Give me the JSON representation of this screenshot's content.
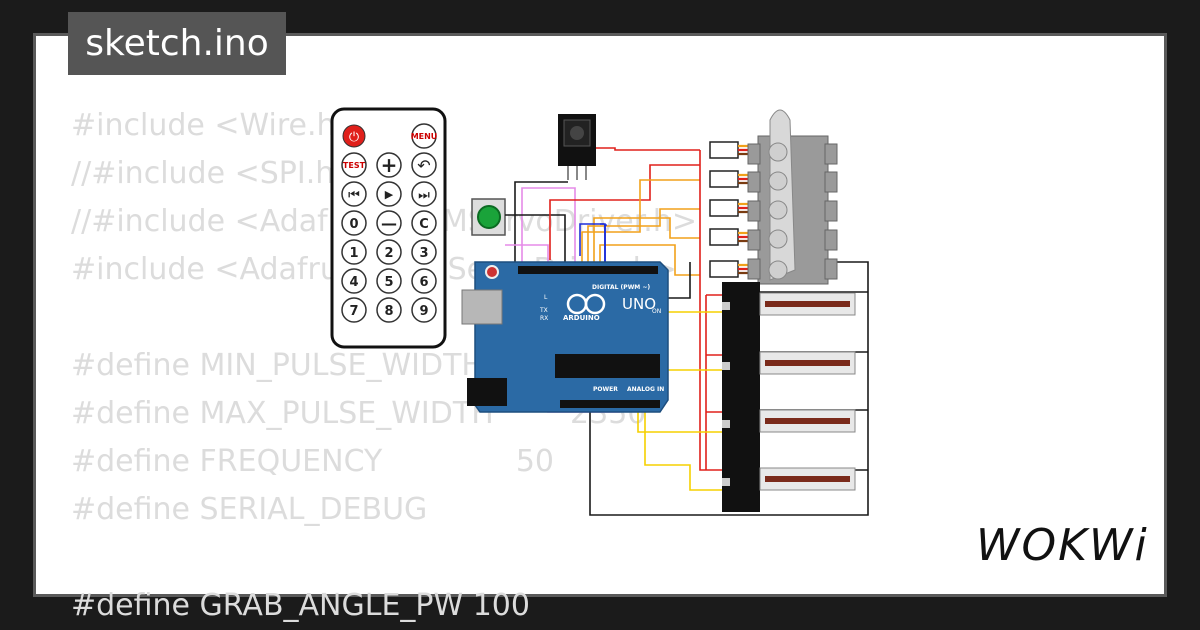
{
  "title": "sketch.ino",
  "brand": "WOKWi",
  "code": [
    "#include <Wire.h>",
    "//#include <SPI.h>",
    "//#include <Adafruit_PWMServoDriver.h>",
    "#include <Adafruit_PWMServoDriver.h>",
    "",
    "#define MIN_PULSE_WIDTH",
    "#define MAX_PULSE_WIDTH        2350",
    "#define FREQUENCY              50",
    "#define SERIAL_DEBUG",
    "",
    "#define GRAB_ANGLE_PW 100"
  ],
  "remote": {
    "power": "⏻",
    "menu": "MENU",
    "test": "TEST",
    "plus": "+",
    "back": "↶",
    "prev": "⏮",
    "play": "▶",
    "next": "⏭",
    "zero": "0",
    "minus": "—",
    "clear": "C",
    "digits": [
      "1",
      "2",
      "3",
      "4",
      "5",
      "6",
      "7",
      "8",
      "9"
    ]
  },
  "arduino": {
    "model": "UNO",
    "brand": "ARDUINO",
    "digital_label": "DIGITAL (PWM ~)",
    "power_label": "POWER",
    "analog_label": "ANALOG IN",
    "on_label": "ON",
    "l_label": "L",
    "tx_label": "TX",
    "rx_label": "RX"
  },
  "colors": {
    "board": "#2b6aa5",
    "wire_red": "#e0201b",
    "wire_orange": "#f2a11a",
    "wire_yellow": "#f5d000",
    "wire_blue": "#1f2fd8",
    "wire_pink": "#e58be8",
    "wire_black": "#1a1a1a",
    "button_green": "#1aa33a"
  }
}
